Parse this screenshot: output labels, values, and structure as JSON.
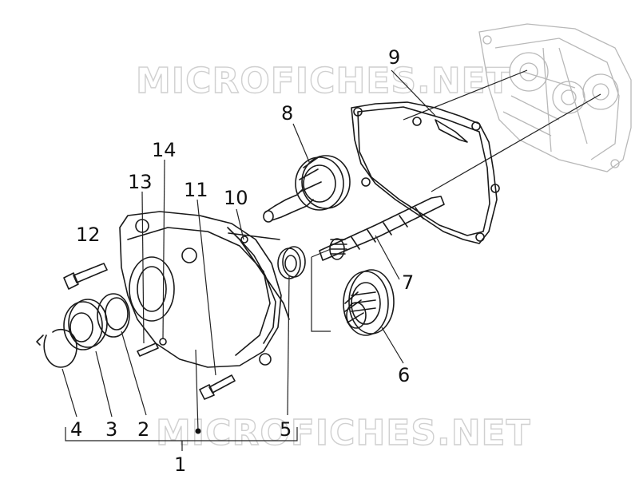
{
  "watermark": {
    "top_text": "MICROFICHES.NET",
    "bottom_text": "MICROFICHES.NET"
  },
  "callouts": {
    "c1": "1",
    "c2": "2",
    "c3": "3",
    "c4": "4",
    "c5": "5",
    "c6": "6",
    "c7": "7",
    "c8": "8",
    "c9": "9",
    "c10": "10",
    "c11": "11",
    "c12": "12",
    "c13": "13",
    "c14": "14"
  },
  "colors": {
    "line": "#1a1a1a",
    "faded": "#b8b8b8",
    "watermark": "#d0d0d0"
  }
}
